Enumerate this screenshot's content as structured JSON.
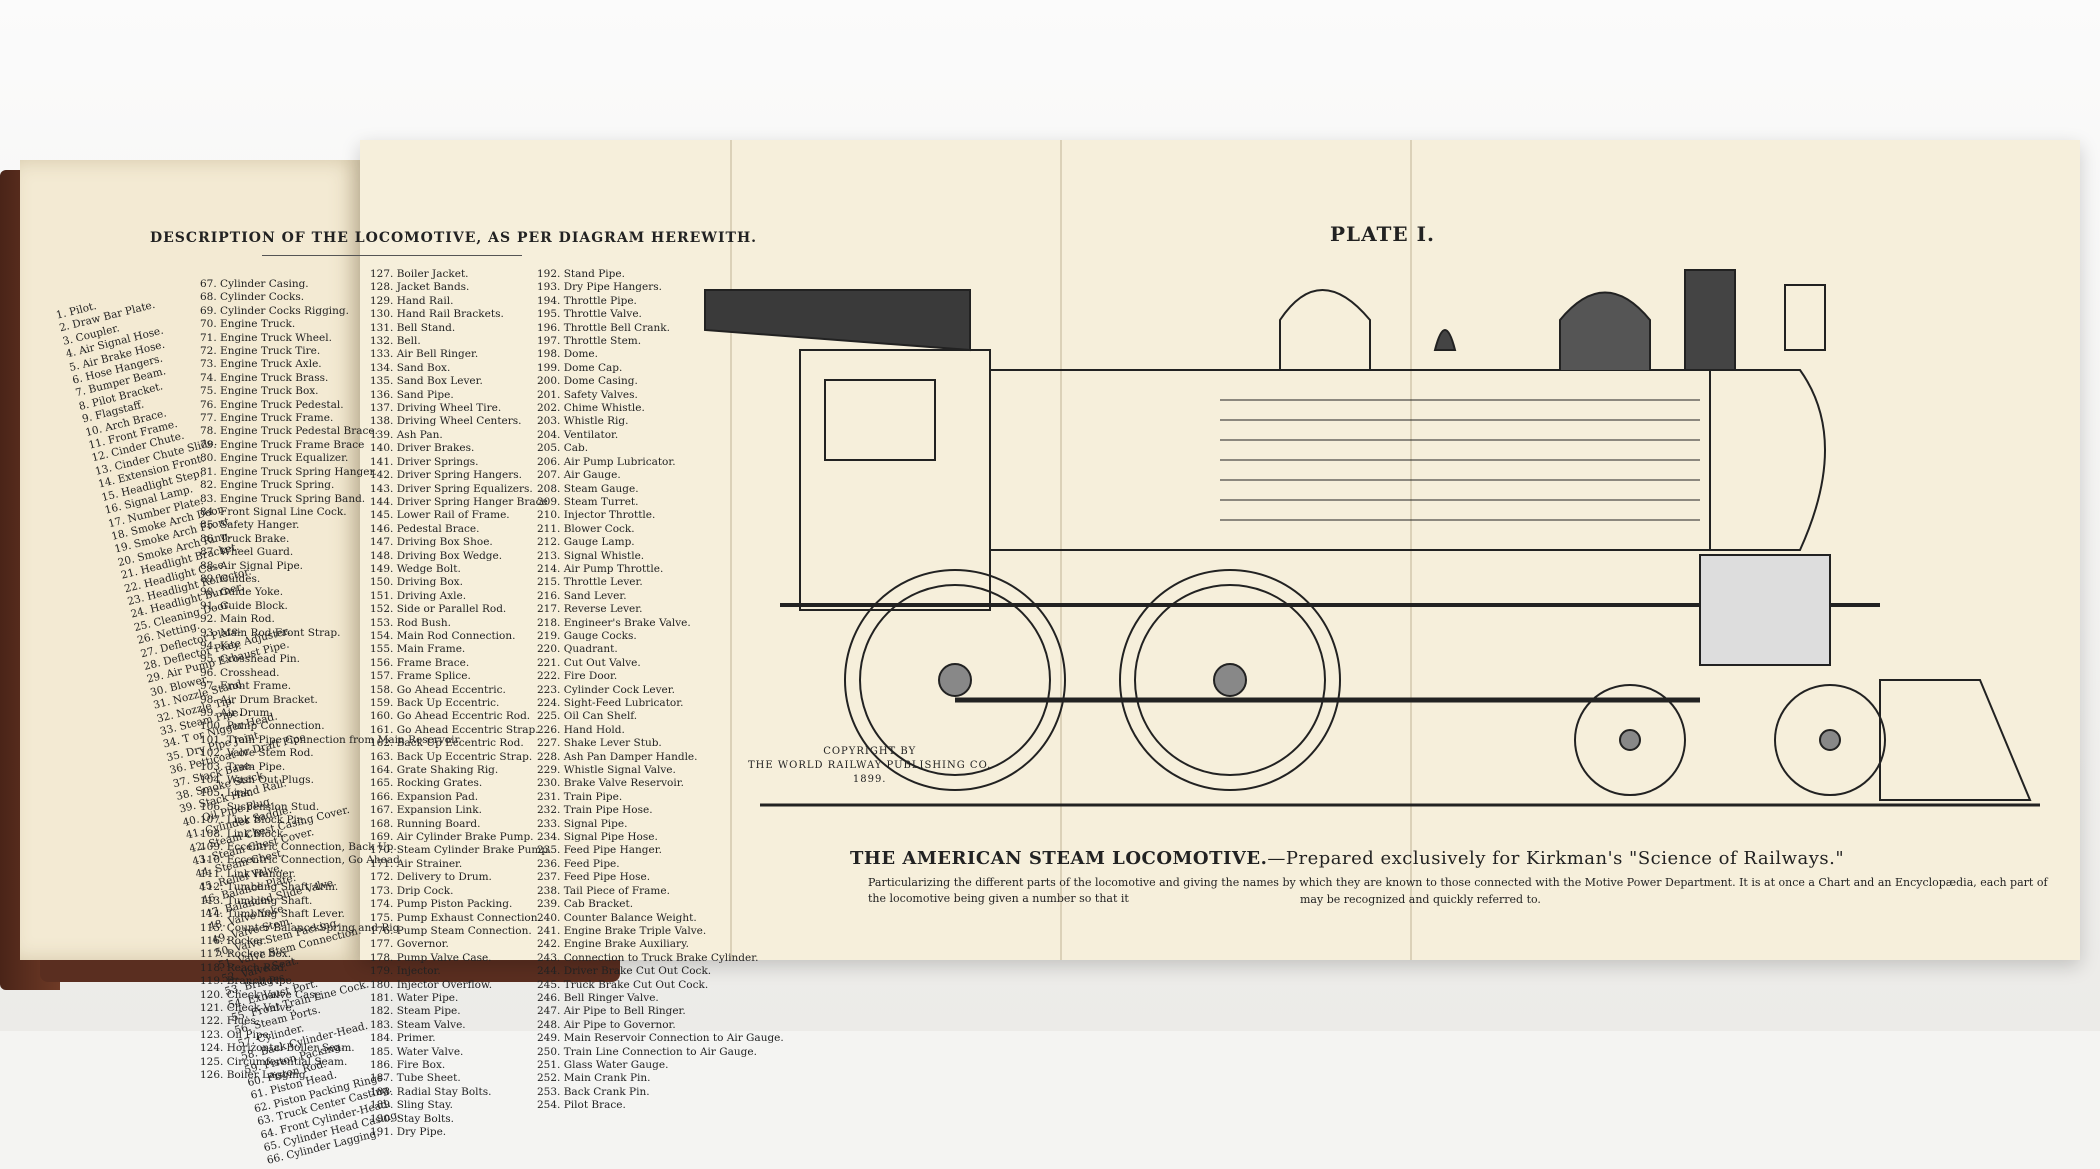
{
  "left_page": {
    "heading": "DESCRIPTION OF THE LOCOMOTIVE, AS PER DIAGRAM HEREWITH.",
    "columns": [
      [
        "1. Pilot.",
        "2. Draw Bar Plate.",
        "3. Coupler.",
        "4. Air Signal Hose.",
        "5. Air Brake Hose.",
        "6. Hose Hangers.",
        "7. Bumper Beam.",
        "8. Pilot Bracket.",
        "9. Flagstaff.",
        "10. Arch Brace.",
        "11. Front Frame.",
        "12. Cinder Chute.",
        "13. Cinder Chute Slide.",
        "14. Extension Front.",
        "15. Headlight Step.",
        "16. Signal Lamp.",
        "17. Number Plate.",
        "18. Smoke Arch Door.",
        "19. Smoke Arch Front.",
        "20. Smoke Arch Ring.",
        "21. Headlight Bracket.",
        "22. Headlight Case.",
        "23. Headlight Reflector.",
        "24. Headlight Burner.",
        "25. Cleaning Door.",
        "26. Netting.",
        "27. Deflector Plate.",
        "28. Deflector Plate Adjuster.",
        "29. Air Pump Exhaust Pipe.",
        "30. Blower.",
        "31. Nozzle Stand.",
        "32. Nozzle Tip.",
        "33. Steam Pipe.",
        "34. T or Nigger Head.",
        "35. Dry Pipe Joint.",
        "36. Petticoat or Draft Pipe",
        "37. Stack Base.",
        "38. Smoke Stack.",
        "39. Stack Hand Rail.",
        "40. Oil Pipe Plug.",
        "41. Cylinder Saddle.",
        "42. Steam Chest Casing Cover.",
        "43. Steam Chest Cover.",
        "44. Steam Chest.",
        "45. Relief Valve.",
        "46. Balance Plate.",
        "47. Balanced Slide Valve.",
        "48. Valve Yoke.",
        "49. Valve Stem.",
        "50. Valve Stem Packing.",
        "51. Valve Stem Connection.",
        "52. Valve Seat.",
        "53. Bridges.",
        "54. Exhaust Port.",
        "55. Front Train Line Cock.",
        "56. Steam Ports.",
        "57. Cylinder.",
        "58. Back Cylinder-Head.",
        "59. Piston Packing.",
        "60. Piston Rod.",
        "61. Piston Head.",
        "62. Piston Packing Rings.",
        "63. Truck Center Casting.",
        "64. Front Cylinder-Head.",
        "65. Cylinder Head Casing.",
        "66. Cylinder Lagging."
      ],
      [
        "67. Cylinder Casing.",
        "68. Cylinder Cocks.",
        "69. Cylinder Cocks Rigging.",
        "70. Engine Truck.",
        "71. Engine Truck Wheel.",
        "72. Engine Truck Tire.",
        "73. Engine Truck Axle.",
        "74. Engine Truck Brass.",
        "75. Engine Truck Box.",
        "76. Engine Truck Pedestal.",
        "77. Engine Truck Frame.",
        "78. Engine Truck Pedestal Brace.",
        "79. Engine Truck Frame Brace",
        "80. Engine Truck Equalizer.",
        "81. Engine Truck Spring Hanger.",
        "82. Engine Truck Spring.",
        "83. Engine Truck Spring Band.",
        "84. Front Signal Line Cock.",
        "85. Safety Hanger.",
        "86. Truck Brake.",
        "87. Wheel Guard.",
        "88. Air Signal Pipe.",
        "89. Guides.",
        "90. Guide Yoke.",
        "91. Guide Block.",
        "92. Main Rod.",
        "93. Main Rod Front Strap.",
        "94. Key.",
        "95. Crosshead Pin.",
        "96. Crosshead.",
        "97. Front Frame.",
        "98. Air Drum Bracket.",
        "99. Air Drum.",
        "100. Pump Connection.",
        "101. Train Pipe Connection from Main Reservoir.",
        "102. Valve Stem Rod.",
        "103. Train Pipe.",
        "104. Wash Out Plugs.",
        "105. Link.",
        "106. Suspension Stud.",
        "107. Link Block Pin.",
        "108. Link Block.",
        "109. Eccentric Connection, Back Up.",
        "110. Eccentric Connection, Go Ahead.",
        "111. Link Hanger.",
        "112. Tumbling Shaft Arm.",
        "113. Tumbling Shaft.",
        "114. Tumbling Shaft Lever.",
        "115. Counter Balance Spring and Rig.",
        "116. Rocker.",
        "117. Rocker Box.",
        "118. Reach Rod.",
        "119. Branch Pipe.",
        "120. Check Valve Case.",
        "121. Check Valve.",
        "122. Flues.",
        "123. Oil Pipe.",
        "124. Horizontal Boiler Seam.",
        "125. Circumferential Seam.",
        "126. Boiler Lagging."
      ],
      [
        "127. Boiler Jacket.",
        "128. Jacket Bands.",
        "129. Hand Rail.",
        "130. Hand Rail Brackets.",
        "131. Bell Stand.",
        "132. Bell.",
        "133. Air Bell Ringer.",
        "134. Sand Box.",
        "135. Sand Box Lever.",
        "136. Sand Pipe.",
        "137. Driving Wheel Tire.",
        "138. Driving Wheel Centers.",
        "139. Ash Pan.",
        "140. Driver Brakes.",
        "141. Driver Springs.",
        "142. Driver Spring Hangers.",
        "143. Driver Spring Equalizers.",
        "144. Driver Spring Hanger Brace",
        "145. Lower Rail of Frame.",
        "146. Pedestal Brace.",
        "147. Driving Box Shoe.",
        "148. Driving Box Wedge.",
        "149. Wedge Bolt.",
        "150. Driving Box.",
        "151. Driving Axle.",
        "152. Side or Parallel Rod.",
        "153. Rod Bush.",
        "154. Main Rod Connection.",
        "155. Main Frame.",
        "156. Frame Brace.",
        "157. Frame Splice.",
        "158. Go Ahead Eccentric.",
        "159. Back Up Eccentric.",
        "160. Go Ahead Eccentric Rod.",
        "161. Go Ahead Eccentric Strap.",
        "162. Back Up Eccentric Rod.",
        "163. Back Up Eccentric Strap.",
        "164. Grate Shaking Rig.",
        "165. Rocking Grates.",
        "166. Expansion Pad.",
        "167. Expansion Link.",
        "168. Running Board.",
        "169. Air Cylinder Brake Pump.",
        "170. Steam Cylinder Brake Pump.",
        "171. Air Strainer.",
        "172. Delivery to Drum.",
        "173. Drip Cock.",
        "174. Pump Piston Packing.",
        "175. Pump Exhaust Connection.",
        "176. Pump Steam Connection.",
        "177. Governor.",
        "178. Pump Valve Case.",
        "179. Injector.",
        "180. Injector Overflow.",
        "181. Water Pipe.",
        "182. Steam Pipe.",
        "183. Steam Valve.",
        "184. Primer.",
        "185. Water Valve.",
        "186. Fire Box.",
        "187. Tube Sheet.",
        "188. Radial Stay Bolts.",
        "189. Sling Stay.",
        "190. Stay Bolts.",
        "191. Dry Pipe."
      ],
      [
        "192. Stand Pipe.",
        "193. Dry Pipe Hangers.",
        "194. Throttle Pipe.",
        "195. Throttle Valve.",
        "196. Throttle Bell Crank.",
        "197. Throttle Stem.",
        "198. Dome.",
        "199. Dome Cap.",
        "200. Dome Casing.",
        "201. Safety Valves.",
        "202. Chime Whistle.",
        "203. Whistle Rig.",
        "204. Ventilator.",
        "205. Cab.",
        "206. Air Pump Lubricator.",
        "207. Air Gauge.",
        "208. Steam Gauge.",
        "209. Steam Turret.",
        "210. Injector Throttle.",
        "211. Blower Cock.",
        "212. Gauge Lamp.",
        "213. Signal Whistle.",
        "214. Air Pump Throttle.",
        "215. Throttle Lever.",
        "216. Sand Lever.",
        "217. Reverse Lever.",
        "218. Engineer's Brake Valve.",
        "219. Gauge Cocks.",
        "220. Quadrant.",
        "221. Cut Out Valve.",
        "222. Fire Door.",
        "223. Cylinder Cock Lever.",
        "224. Sight-Feed Lubricator.",
        "225. Oil Can Shelf.",
        "226. Hand Hold.",
        "227. Shake Lever Stub.",
        "228. Ash Pan Damper Handle.",
        "229. Whistle Signal Valve.",
        "230. Brake Valve Reservoir.",
        "231. Train Pipe.",
        "232. Train Pipe Hose.",
        "233. Signal Pipe.",
        "234. Signal Pipe Hose.",
        "235. Feed Pipe Hanger.",
        "236. Feed Pipe.",
        "237. Feed Pipe Hose.",
        "238. Tail Piece of Frame.",
        "239. Cab Bracket.",
        "240. Counter Balance Weight.",
        "241. Engine Brake Triple Valve.",
        "242. Engine Brake Auxiliary.",
        "243. Connection to Truck Brake Cylinder.",
        "244. Driver Brake Cut Out Cock.",
        "245. Truck Brake Cut Out Cock.",
        "246. Bell Ringer Valve.",
        "247. Air Pipe to Bell Ringer.",
        "248. Air Pipe to Governor.",
        "249. Main Reservoir Connection to Air Gauge.",
        "250. Train Line Connection to Air Gauge.",
        "251. Glass Water Gauge.",
        "252. Main Crank Pin.",
        "253. Back Crank Pin.",
        "254. Pilot Brace."
      ]
    ]
  },
  "plate": {
    "title": "PLATE I.",
    "copyright": [
      "COPYRIGHT BY",
      "THE WORLD RAILWAY PUBLISHING CO.",
      "1899."
    ],
    "caption_main": "THE AMERICAN STEAM LOCOMOTIVE.",
    "caption_rest": "—Prepared exclusively for Kirkman's \"Science of Railways.\"",
    "description": "Particularizing the different parts of the locomotive and giving the names by which they are known to those connected with the Motive Power Department. It is at once a Chart and an Encyclopædia, each part of the locomotive being given a number so that it",
    "description_end": "may be recognized and quickly referred to."
  },
  "colors": {
    "paper": "#f6efdb",
    "ink": "#222222",
    "binding": "#5a2e20"
  }
}
